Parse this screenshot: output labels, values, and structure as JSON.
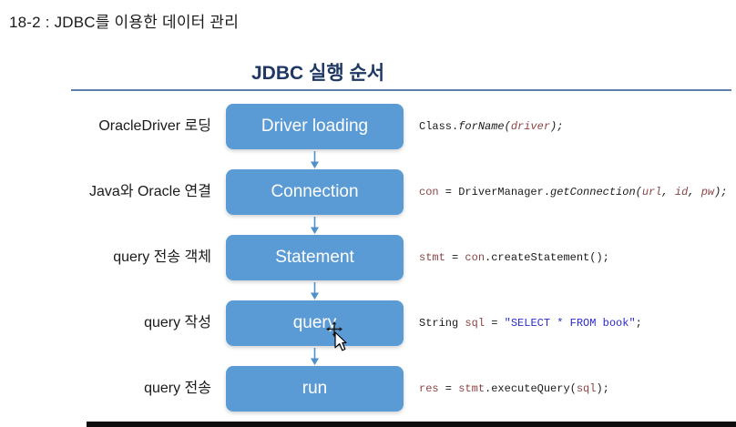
{
  "page": {
    "title": "18-2 : JDBC를 이용한 데이터 관리"
  },
  "diagram": {
    "heading": "JDBC 실행 순서",
    "colors": {
      "box_blue": "#5B9BD5",
      "arrow_blue": "#4E8FCC",
      "heading_navy": "#1F3864",
      "rule_blue": "#5D7FAE",
      "text_black": "#1A1A1A",
      "code_plain": "#1A1A1A",
      "code_var": "#8B4545",
      "code_string": "#2B2BCB",
      "bar_black": "#0D0D0D"
    },
    "steps": [
      {
        "label": "OracleDriver 로딩",
        "box": "Driver loading",
        "code": [
          {
            "t": "Class.",
            "s": "p"
          },
          {
            "t": "forName(",
            "s": "i"
          },
          {
            "t": "driver",
            "s": "iv"
          },
          {
            "t": ");",
            "s": "i"
          }
        ]
      },
      {
        "label": "Java와 Oracle 연결",
        "box": "Connection",
        "code": [
          {
            "t": "con",
            "s": "v"
          },
          {
            "t": " = DriverManager.",
            "s": "p"
          },
          {
            "t": "getConnection(",
            "s": "i"
          },
          {
            "t": "url",
            "s": "iv"
          },
          {
            "t": ", ",
            "s": "i"
          },
          {
            "t": "id",
            "s": "iv"
          },
          {
            "t": ", ",
            "s": "i"
          },
          {
            "t": "pw",
            "s": "iv"
          },
          {
            "t": ");",
            "s": "i"
          }
        ]
      },
      {
        "label": "query 전송 객체",
        "box": "Statement",
        "code": [
          {
            "t": "stmt",
            "s": "v"
          },
          {
            "t": " = ",
            "s": "p"
          },
          {
            "t": "con",
            "s": "v"
          },
          {
            "t": ".createStatement();",
            "s": "p"
          }
        ]
      },
      {
        "label": "query 작성",
        "box": "query",
        "code": [
          {
            "t": "String ",
            "s": "p"
          },
          {
            "t": "sql",
            "s": "v"
          },
          {
            "t": " = ",
            "s": "p"
          },
          {
            "t": "\"SELECT * FROM book\"",
            "s": "str"
          },
          {
            "t": ";",
            "s": "p"
          }
        ]
      },
      {
        "label": "query 전송",
        "box": "run",
        "code": [
          {
            "t": "res",
            "s": "v"
          },
          {
            "t": " = ",
            "s": "p"
          },
          {
            "t": "stmt",
            "s": "v"
          },
          {
            "t": ".executeQuery(",
            "s": "p"
          },
          {
            "t": "sql",
            "s": "v"
          },
          {
            "t": ");",
            "s": "p"
          }
        ]
      }
    ]
  },
  "icons": {
    "cursor": "move-cursor"
  }
}
